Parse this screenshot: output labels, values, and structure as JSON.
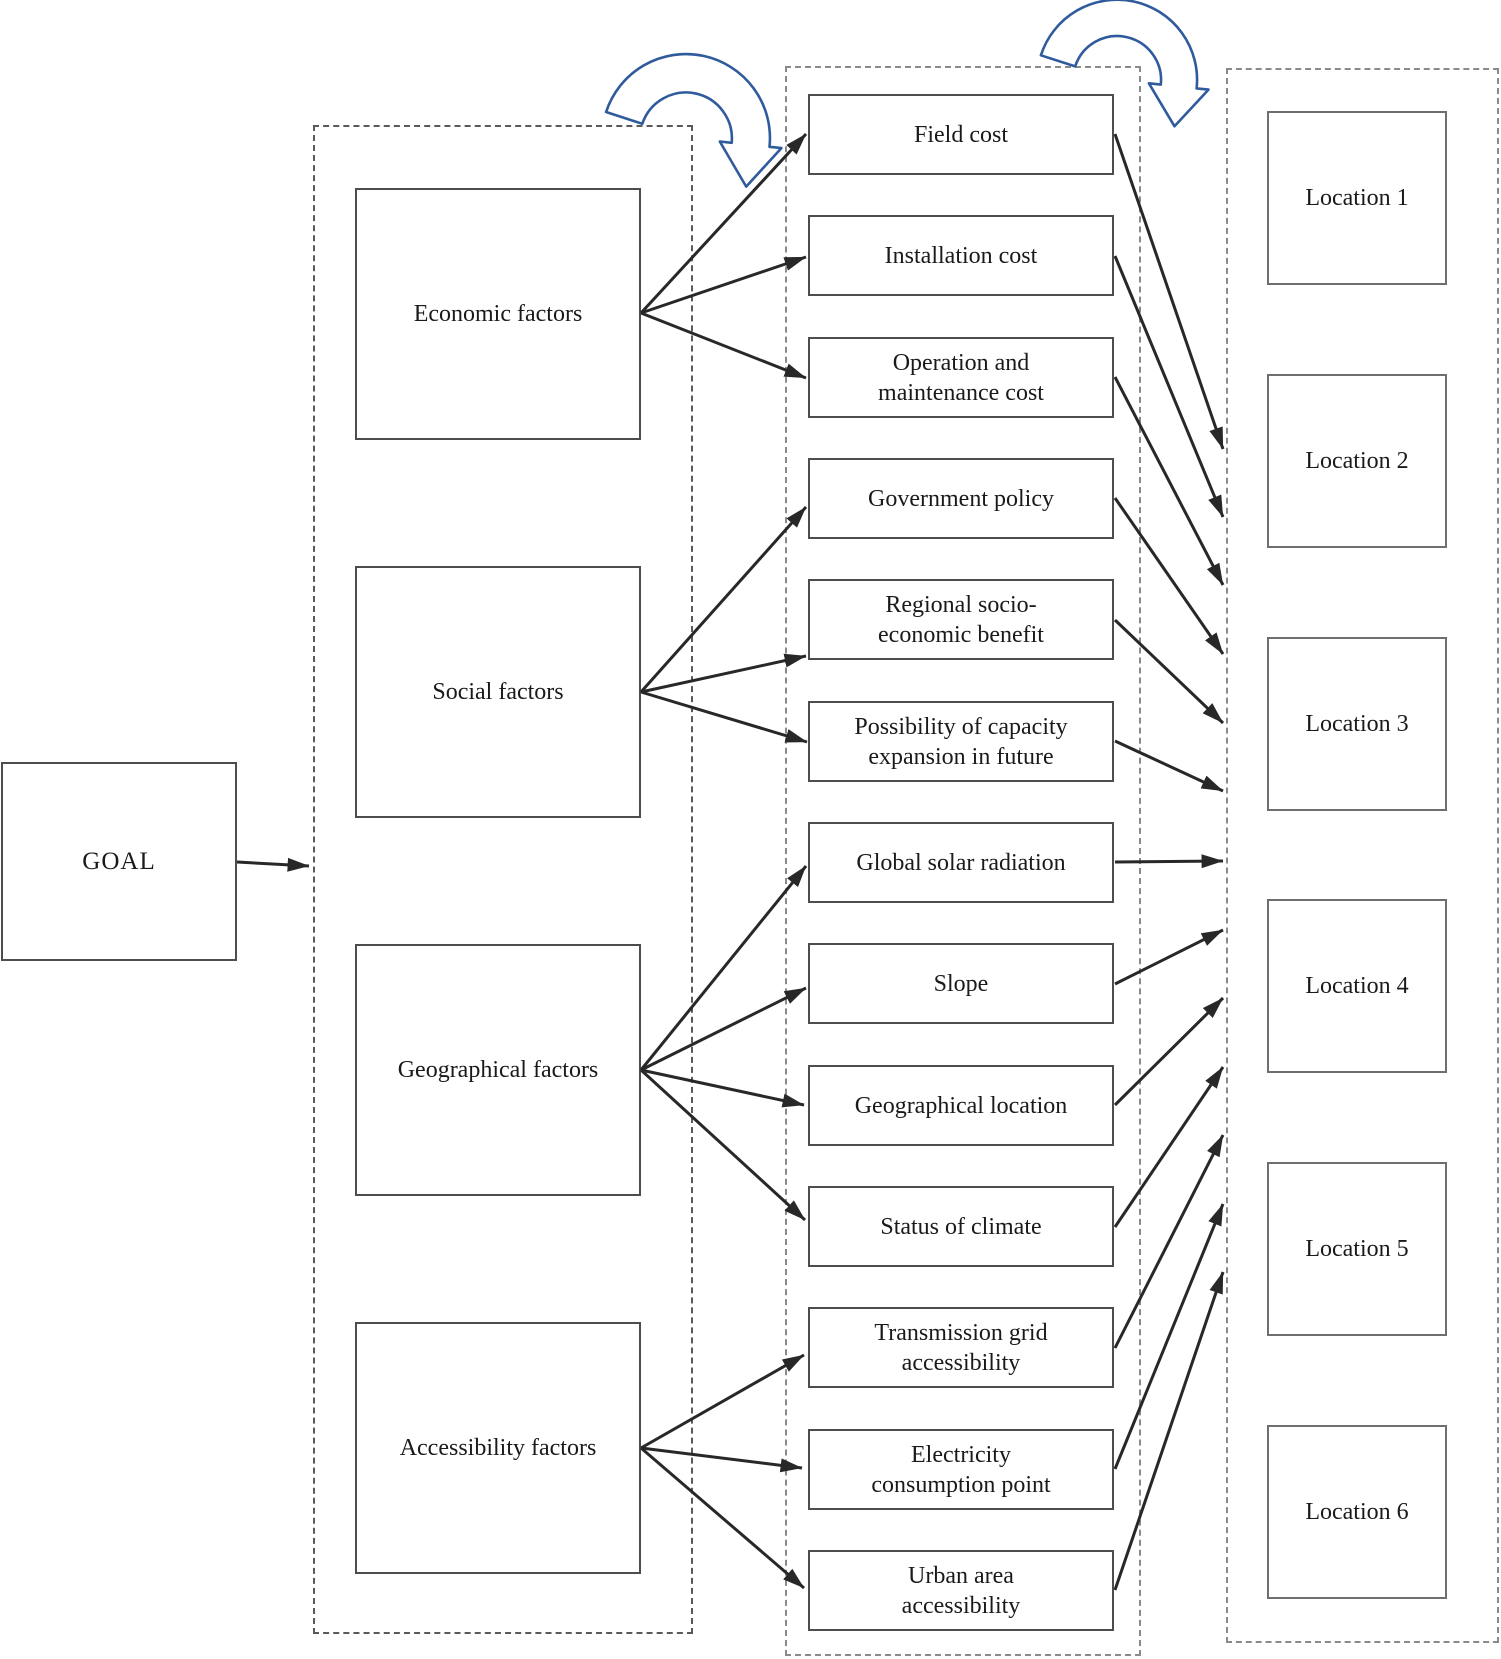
{
  "goal": {
    "label": "GOAL"
  },
  "factors": {
    "items": [
      {
        "label": "Economic factors"
      },
      {
        "label": "Social factors"
      },
      {
        "label": "Geographical factors"
      },
      {
        "label": "Accessibility factors"
      }
    ]
  },
  "criteria": {
    "items": [
      {
        "label": "Field cost"
      },
      {
        "label": "Installation cost"
      },
      {
        "label": "Operation and maintenance cost"
      },
      {
        "label": "Government policy"
      },
      {
        "label": "Regional socio-economic benefit"
      },
      {
        "label": "Possibility of capacity expansion in future"
      },
      {
        "label": "Global solar radiation"
      },
      {
        "label": "Slope"
      },
      {
        "label": "Geographical location"
      },
      {
        "label": "Status of climate"
      },
      {
        "label": "Transmission grid accessibility"
      },
      {
        "label": "Electricity consumption point"
      },
      {
        "label": "Urban area accessibility"
      }
    ]
  },
  "locations": {
    "items": [
      {
        "label": "Location 1"
      },
      {
        "label": "Location 2"
      },
      {
        "label": "Location 3"
      },
      {
        "label": "Location 4"
      },
      {
        "label": "Location 5"
      },
      {
        "label": "Location 6"
      }
    ]
  },
  "colors": {
    "accent_blue": "#2f5b9d",
    "line": "#282828"
  }
}
